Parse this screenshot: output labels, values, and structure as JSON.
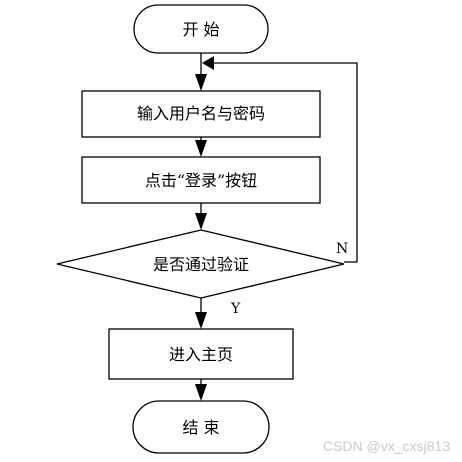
{
  "flowchart": {
    "start": "开 始",
    "step_input": "输入用户名与密码",
    "step_click": "点击“登录”按钮",
    "decision": "是否通过验证",
    "edge_no": "N",
    "edge_yes": "Y",
    "step_enter": "进入主页",
    "end": "结 束"
  },
  "watermark": "CSDN @vx_cxsj813"
}
